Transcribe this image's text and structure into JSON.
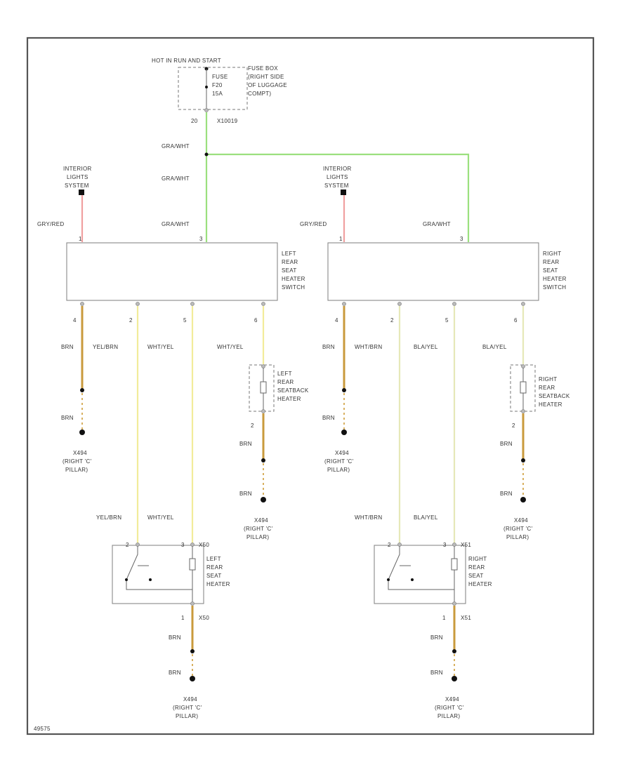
{
  "fuse": {
    "header": "HOT IN RUN AND START",
    "name_lines": [
      "FUSE",
      "F20",
      "15A"
    ],
    "box_lines": [
      "FUSE BOX",
      "(RIGHT SIDE",
      "OF LUGGAGE",
      "COMPT)"
    ],
    "pin": "20",
    "connector": "X10019"
  },
  "wires": {
    "gray_wht": "GRA/WHT",
    "gry_red": "GRY/RED",
    "brn": "BRN",
    "yel_brn": "YEL/BRN",
    "wht_yel": "WHT/YEL",
    "wht_brn": "WHT/BRN",
    "bla_yel": "BLA/YEL"
  },
  "interior_lights": [
    "INTERIOR",
    "LIGHTS",
    "SYSTEM"
  ],
  "left_switch": {
    "lines": [
      "LEFT",
      "REAR",
      "SEAT",
      "HEATER",
      "SWITCH"
    ],
    "pin_in_red": "1",
    "pin_in_green": "3",
    "pins_out": [
      "4",
      "2",
      "5",
      "6"
    ]
  },
  "right_switch": {
    "lines": [
      "RIGHT",
      "REAR",
      "SEAT",
      "HEATER",
      "SWITCH"
    ],
    "pin_in_red": "1",
    "pin_in_green": "3",
    "pins_out": [
      "4",
      "2",
      "5",
      "6"
    ]
  },
  "left_seatback": {
    "lines": [
      "LEFT",
      "REAR",
      "SEATBACK",
      "HEATER"
    ],
    "pin_bottom": "2"
  },
  "right_seatback": {
    "lines": [
      "RIGHT",
      "REAR",
      "SEATBACK",
      "HEATER"
    ],
    "pin_bottom": "2"
  },
  "left_heater": {
    "lines": [
      "LEFT",
      "REAR",
      "SEAT",
      "HEATER"
    ],
    "connector": "X50",
    "pin_bottom": "1",
    "connector_bottom": "X50"
  },
  "right_heater": {
    "lines": [
      "RIGHT",
      "REAR",
      "SEAT",
      "HEATER"
    ],
    "connector": "X51",
    "pin_bottom": "1",
    "connector_bottom": "X51"
  },
  "ground": {
    "code": "X494",
    "lines": [
      "(RIGHT 'C'",
      "PILLAR)"
    ]
  },
  "diagram_id": "49575"
}
